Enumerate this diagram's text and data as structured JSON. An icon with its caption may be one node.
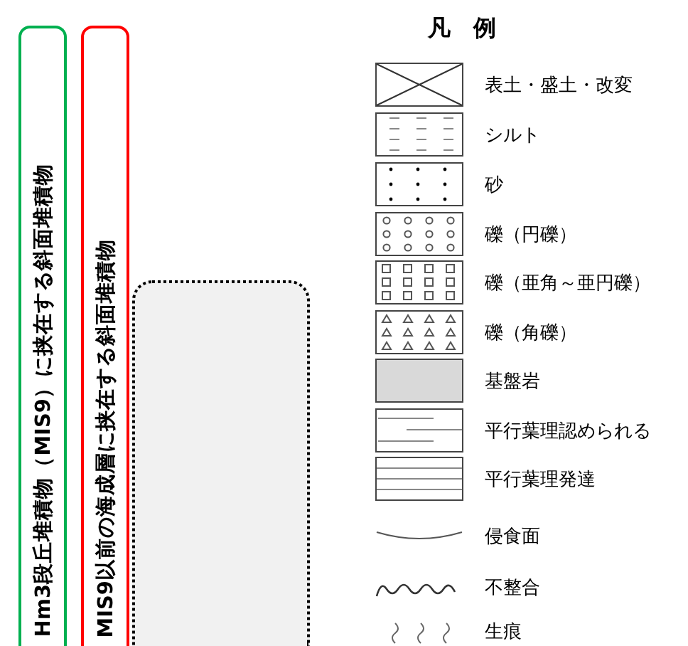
{
  "diagram": {
    "nodes": [
      {
        "text": [
          "Hm3段丘堆積物（MIS9）に挟在する斜面堆積物"
        ]
      },
      {
        "text": [
          "MIS9以前の海成層に挟在する斜面堆積物"
        ]
      },
      {
        "text": [],
        "shape": "box"
      }
    ],
    "labels": [
      "凡　例"
    ],
    "legend": [
      {
        "text": "表土・盛土・改変"
      },
      {
        "text": "シルト"
      },
      {
        "text": "砂"
      },
      {
        "text": "礫（円礫）"
      },
      {
        "text": "礫（亜角～亜円礫）"
      },
      {
        "text": "礫（角礫）"
      },
      {
        "text": "基盤岩",
        "color": "#d9d9d9"
      },
      {
        "text": "平行葉理認められる"
      },
      {
        "text": "平行葉理発達"
      },
      {
        "text": "侵食面"
      },
      {
        "text": "不整合"
      },
      {
        "text": "生痕"
      }
    ]
  }
}
